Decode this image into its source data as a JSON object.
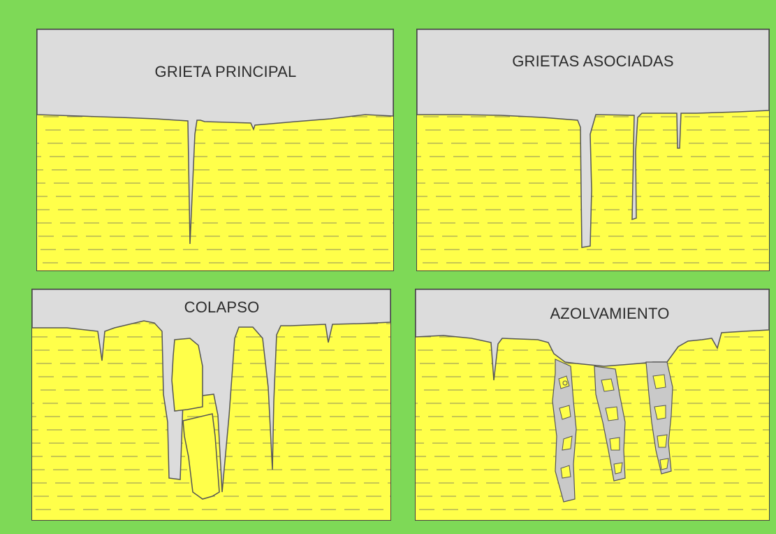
{
  "panels": [
    {
      "id": "grieta-principal",
      "title": "GRIETA PRINCIPAL"
    },
    {
      "id": "grietas-asociadas",
      "title": "GRIETAS ASOCIADAS"
    },
    {
      "id": "colapso",
      "title": "COLAPSO"
    },
    {
      "id": "azolvamiento",
      "title": "AZOLVAMIENTO"
    }
  ],
  "colors": {
    "background": "#7ed957",
    "soil": "#ffff4a",
    "air": "#dcdcdc",
    "outline": "#555555",
    "strata_dash": "#8f8f5a"
  }
}
